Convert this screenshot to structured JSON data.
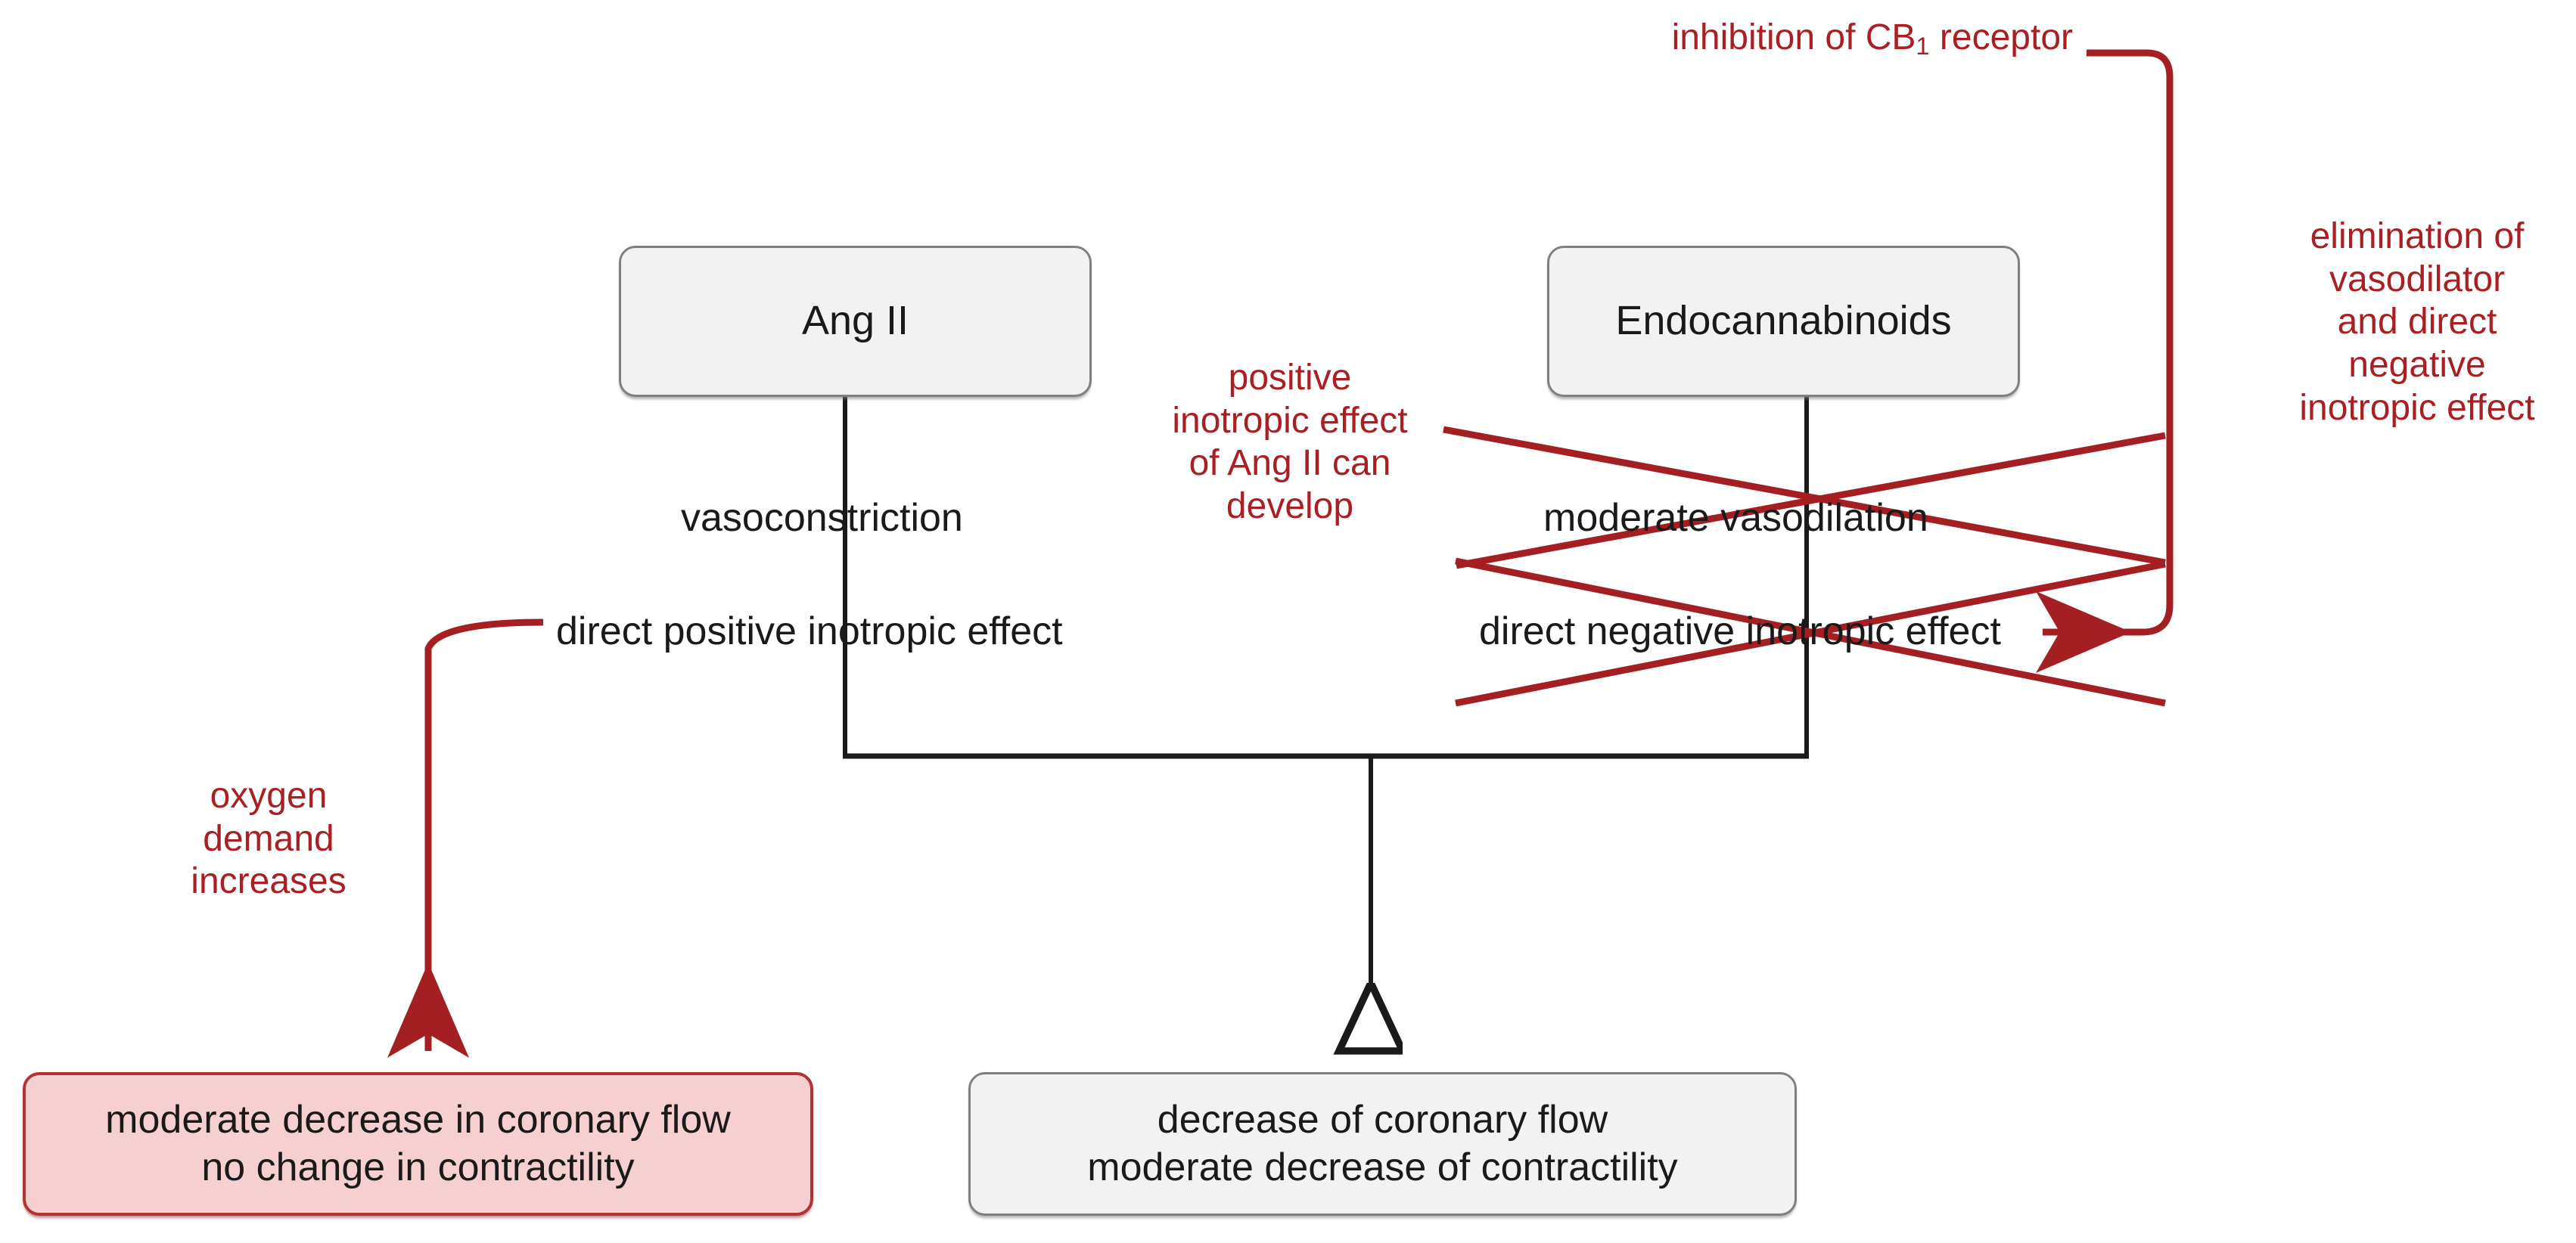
{
  "diagram": {
    "title_present": false,
    "colors": {
      "red_accent": "#a41f22",
      "dark_red_border": "#b03437",
      "pink_fill": "#f6d0d1",
      "grey_fill": "#f2f2f2",
      "grey_border": "#808080",
      "black_line": "#1a1a1a"
    },
    "nodes": {
      "ang2": {
        "label": "Ang II"
      },
      "endocannabinoids": {
        "label": "Endocannabinoids"
      },
      "pink_outcome": {
        "line1": "moderate decrease in coronary flow",
        "line2": "no change in contractility"
      },
      "grey_outcome": {
        "line1": "decrease of coronary flow",
        "line2": "moderate decrease of contractility"
      }
    },
    "edge_labels": {
      "vasoconstriction": "vasoconstriction",
      "moderate_vasodilation": "moderate vasodilation",
      "direct_positive_inotropic_effect": "direct positive inotropic effect",
      "direct_negative_inotropic_effect": "direct negative inotropic effect"
    },
    "annotations": {
      "cb1_inhibition_prefix": "inhibition of CB",
      "cb1_inhibition_sub": "1",
      "cb1_inhibition_suffix": " receptor",
      "elimination": "elimination of\nvasodilator\nand direct\nnegative\ninotropic effect",
      "positive_inotropic_can_develop": "positive\ninotropic effect\nof Ang II can\ndevelop",
      "oxygen_demand": "oxygen\ndemand\nincreases"
    },
    "struck_out_items": [
      "moderate vasodilation",
      "direct negative inotropic effect"
    ]
  }
}
